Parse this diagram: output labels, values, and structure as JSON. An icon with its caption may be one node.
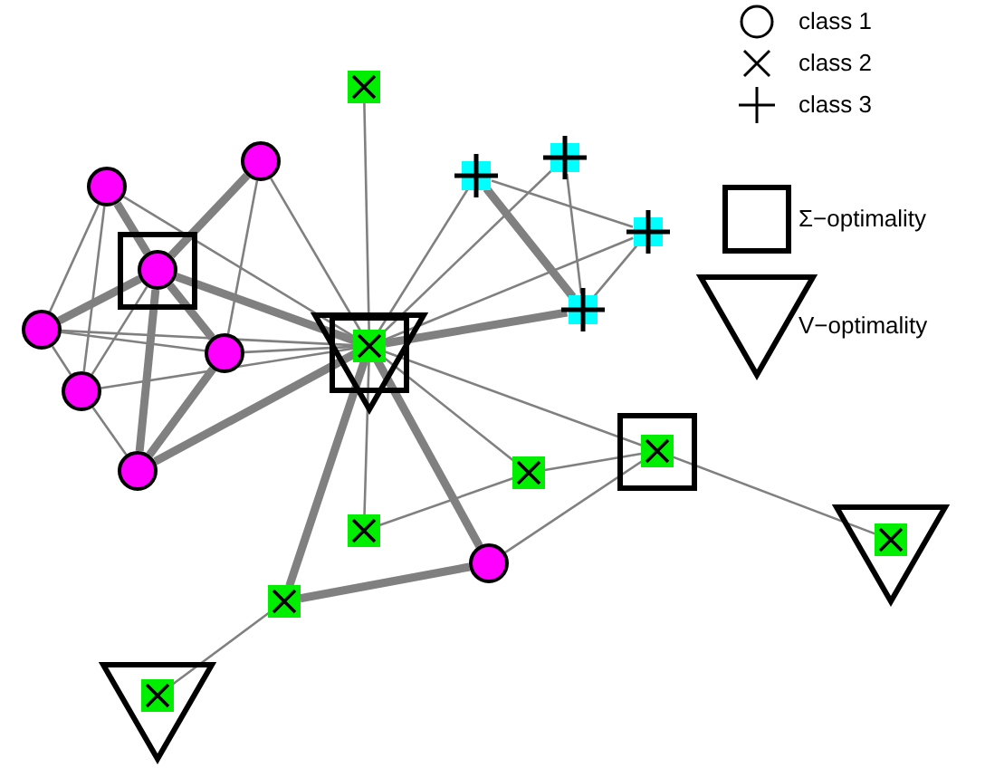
{
  "diagram": {
    "nodes": [
      {
        "text": [],
        "shape": "cross"
      },
      {
        "text": [],
        "shape": "plus"
      },
      {
        "text": [],
        "shape": "circle"
      },
      {
        "text": [],
        "shape": "plus"
      },
      {
        "text": [],
        "shape": "circle"
      },
      {
        "text": [],
        "shape": "plus"
      },
      {
        "text": [],
        "shape": "box"
      },
      {
        "text": [],
        "shape": "circle",
        "in": 6
      },
      {
        "text": [],
        "shape": "plus"
      },
      {
        "text": [],
        "shape": "circle"
      },
      {
        "text": [],
        "shape": "box",
        "in": 11
      },
      {
        "text": [],
        "shape": "triangle"
      },
      {
        "text": [],
        "shape": "cross",
        "in": 10
      },
      {
        "text": [],
        "shape": "circle"
      },
      {
        "text": [],
        "shape": "circle"
      },
      {
        "text": [],
        "shape": "box"
      },
      {
        "text": [],
        "shape": "cross",
        "in": 15
      },
      {
        "text": [],
        "shape": "cross"
      },
      {
        "text": [],
        "shape": "circle"
      },
      {
        "text": [],
        "shape": "triangle"
      },
      {
        "text": [],
        "shape": "cross",
        "in": 19
      },
      {
        "text": [],
        "shape": "cross"
      },
      {
        "text": [],
        "shape": "circle"
      },
      {
        "text": [],
        "shape": "cross"
      },
      {
        "text": [],
        "shape": "triangle"
      },
      {
        "text": [],
        "shape": "cross",
        "in": 24
      }
    ],
    "edges": [
      {
        "from": 4,
        "to": 7,
        "arrow": "none",
        "style": "thick"
      },
      {
        "from": 4,
        "to": 9,
        "arrow": "none"
      },
      {
        "from": 4,
        "to": 14,
        "arrow": "none"
      },
      {
        "from": 4,
        "to": 12,
        "arrow": "none"
      },
      {
        "from": 2,
        "to": 7,
        "arrow": "none",
        "style": "thick"
      },
      {
        "from": 2,
        "to": 12,
        "arrow": "none"
      },
      {
        "from": 2,
        "to": 13,
        "arrow": "none"
      },
      {
        "from": 7,
        "to": 9,
        "arrow": "none",
        "style": "thick"
      },
      {
        "from": 7,
        "to": 18,
        "arrow": "none",
        "style": "thick"
      },
      {
        "from": 7,
        "to": 13,
        "arrow": "none",
        "style": "thick"
      },
      {
        "from": 7,
        "to": 12,
        "arrow": "none",
        "style": "thick"
      },
      {
        "from": 7,
        "to": 14,
        "arrow": "none"
      },
      {
        "from": 9,
        "to": 12,
        "arrow": "none"
      },
      {
        "from": 9,
        "to": 13,
        "arrow": "none"
      },
      {
        "from": 9,
        "to": 14,
        "arrow": "none"
      },
      {
        "from": 14,
        "to": 12,
        "arrow": "none"
      },
      {
        "from": 18,
        "to": 13,
        "arrow": "none",
        "style": "thick"
      },
      {
        "from": 18,
        "to": 12,
        "arrow": "none",
        "style": "thick"
      },
      {
        "from": 14,
        "to": 18,
        "arrow": "none"
      },
      {
        "from": 13,
        "to": 12,
        "arrow": "none"
      },
      {
        "from": 12,
        "to": 0,
        "arrow": "none"
      },
      {
        "from": 12,
        "to": 3,
        "arrow": "none"
      },
      {
        "from": 12,
        "to": 1,
        "arrow": "none"
      },
      {
        "from": 12,
        "to": 5,
        "arrow": "none"
      },
      {
        "from": 12,
        "to": 8,
        "arrow": "none",
        "style": "thick"
      },
      {
        "from": 12,
        "to": 16,
        "arrow": "none"
      },
      {
        "from": 12,
        "to": 17,
        "arrow": "none"
      },
      {
        "from": 12,
        "to": 21,
        "arrow": "none"
      },
      {
        "from": 12,
        "to": 22,
        "arrow": "none",
        "style": "thick"
      },
      {
        "from": 12,
        "to": 23,
        "arrow": "none",
        "style": "thick"
      },
      {
        "from": 3,
        "to": 8,
        "arrow": "none",
        "style": "thick"
      },
      {
        "from": 3,
        "to": 5,
        "arrow": "none"
      },
      {
        "from": 1,
        "to": 8,
        "arrow": "none"
      },
      {
        "from": 5,
        "to": 8,
        "arrow": "none"
      },
      {
        "from": 21,
        "to": 17,
        "arrow": "none"
      },
      {
        "from": 17,
        "to": 16,
        "arrow": "none"
      },
      {
        "from": 16,
        "to": 22,
        "arrow": "none"
      },
      {
        "from": 16,
        "to": 20,
        "arrow": "none"
      },
      {
        "from": 23,
        "to": 22,
        "arrow": "none",
        "style": "thick"
      },
      {
        "from": 23,
        "to": 25,
        "arrow": "none"
      }
    ],
    "legend": [
      {
        "text": "class 1"
      },
      {
        "text": "class 2"
      },
      {
        "text": "class 3"
      },
      {
        "text": "Σ−optimality"
      },
      {
        "text": "V−optimality"
      }
    ]
  }
}
